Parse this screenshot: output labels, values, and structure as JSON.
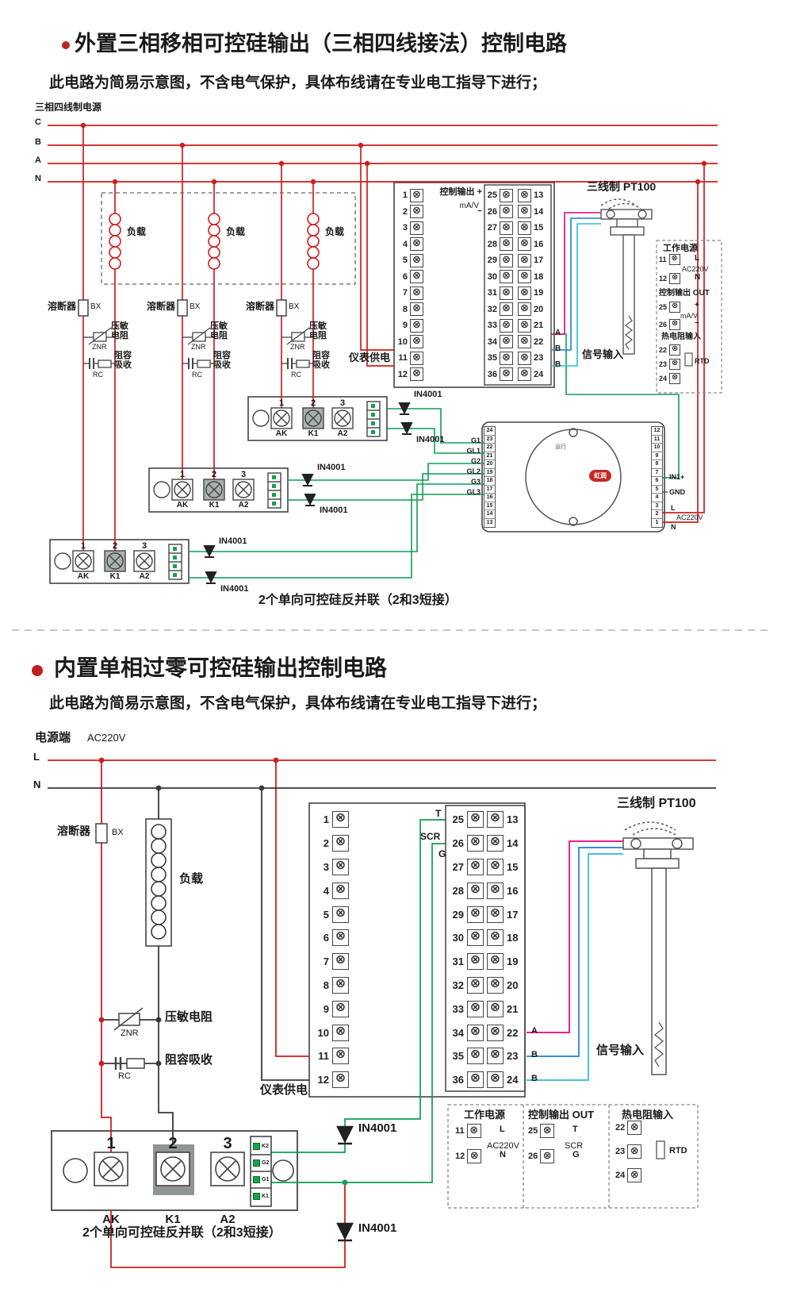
{
  "colors": {
    "wire_red": "#cf1d1d",
    "wire_green": "#0f9d58",
    "wire_blue": "#1c7fd6",
    "wire_cyan": "#2bbcd4",
    "wire_magenta": "#e5007e",
    "line_dark": "#3a3a3a",
    "accent_red": "#c21f1f"
  },
  "s1": {
    "title": "外置三相移相可控硅输出（三相四线接法）控制电路",
    "subtitle": "此电路为简易示意图，不含电气保护，具体布线请在专业电工指导下进行；",
    "source_label": "三相四线制电源",
    "phases": [
      "C",
      "B",
      "A",
      "N"
    ],
    "load_label": "负载",
    "fuse_label": "溶断器",
    "fuse_code": "BX",
    "varistor_label": "压敏电阻",
    "varistor_code": "ZNR",
    "rc_label": "阻容吸收",
    "rc_code": "RC",
    "diode_label": "IN4001",
    "module_nums": [
      "1",
      "2",
      "3"
    ],
    "module_labels": [
      "AK",
      "K1",
      "A2"
    ],
    "block_left": [
      "1",
      "2",
      "3",
      "4",
      "5",
      "6",
      "7",
      "8",
      "9",
      "10",
      "11",
      "12"
    ],
    "block_mid": [
      "25",
      "26",
      "27",
      "28",
      "29",
      "30",
      "31",
      "32",
      "33",
      "34",
      "35",
      "36"
    ],
    "block_right": [
      "13",
      "14",
      "15",
      "16",
      "17",
      "18",
      "19",
      "20",
      "21",
      "22",
      "23",
      "24"
    ],
    "ctrl_out_label": "控制输出 +",
    "ctrl_out_unit": "mA/V",
    "ctrl_out_minus": "−",
    "meter_supply": "仪表供电",
    "signal_input": "信号输入",
    "abb": [
      "A",
      "B",
      "B"
    ],
    "pt100_label": "三线制 PT100",
    "gates": [
      "G1",
      "GL1",
      "G2",
      "GL2",
      "G3",
      "GL3"
    ],
    "controller": {
      "left_strip": [
        "24",
        "23",
        "22",
        "21",
        "20",
        "19",
        "18",
        "17",
        "16",
        "15",
        "14",
        "13"
      ],
      "right_strip": [
        "12",
        "11",
        "10",
        "9",
        "8",
        "7",
        "6",
        "5",
        "4",
        "3",
        "2",
        "1"
      ],
      "in1": "IN1+",
      "gnd": "GND",
      "l": "L",
      "ac": "AC220V",
      "n": "N",
      "logo": "虹润",
      "run": "运行"
    },
    "panel": {
      "power_title": "工作电源",
      "power_rows": [
        [
          "11",
          "L"
        ],
        [
          "12",
          "N"
        ]
      ],
      "power_mid": "AC220V",
      "out_title": "控制输出 OUT",
      "out_rows": [
        [
          "25",
          "+"
        ],
        [
          "26",
          "−"
        ]
      ],
      "out_mid": "mA/V",
      "rtd_title": "热电阻输入",
      "rtd_rows": [
        "22",
        "23",
        "24"
      ],
      "rtd_code": "RTD"
    },
    "caption": "2个单向可控硅反并联（2和3短接）"
  },
  "s2": {
    "title": "内置单相过零可控硅输出控制电路",
    "subtitle": "此电路为简易示意图，不含电气保护，具体布线请在专业电工指导下进行；",
    "source_label": "电源端",
    "source_voltage": "AC220V",
    "lines": [
      "L",
      "N"
    ],
    "fuse_label": "溶断器",
    "fuse_code": "BX",
    "load_label": "负载",
    "varistor_label": "压敏电阻",
    "varistor_code": "ZNR",
    "rc_label": "阻容吸收",
    "rc_code": "RC",
    "meter_supply": "仪表供电",
    "signal_input": "信号输入",
    "abb": [
      "A",
      "B",
      "B"
    ],
    "ctrl_labels": [
      "T",
      "SCR",
      "G"
    ],
    "block_left": [
      "1",
      "2",
      "3",
      "4",
      "5",
      "6",
      "7",
      "8",
      "9",
      "10",
      "11",
      "12"
    ],
    "block_mid": [
      "25",
      "26",
      "27",
      "28",
      "29",
      "30",
      "31",
      "32",
      "33",
      "34",
      "35",
      "36"
    ],
    "block_right": [
      "13",
      "14",
      "15",
      "16",
      "17",
      "18",
      "19",
      "20",
      "21",
      "22",
      "23",
      "24"
    ],
    "pt100_label": "三线制 PT100",
    "module_nums": [
      "1",
      "2",
      "3"
    ],
    "module_labels": [
      "AK",
      "K1",
      "A2"
    ],
    "mini_strip": [
      "K2",
      "G2",
      "G1",
      "K1"
    ],
    "diode_label": "IN4001",
    "panel": {
      "power_title": "工作电源",
      "power_rows": [
        [
          "11",
          "L"
        ],
        [
          "12",
          "N"
        ]
      ],
      "power_mid": "AC220V",
      "out_title": "控制输出 OUT",
      "out_rows": [
        [
          "25",
          "T"
        ],
        [
          "26",
          "G"
        ]
      ],
      "out_mid": "SCR",
      "rtd_title": "热电阻输入",
      "rtd_rows": [
        "22",
        "23",
        "24"
      ],
      "rtd_code": "RTD"
    },
    "caption": "2个单向可控硅反并联（2和3短接）"
  }
}
